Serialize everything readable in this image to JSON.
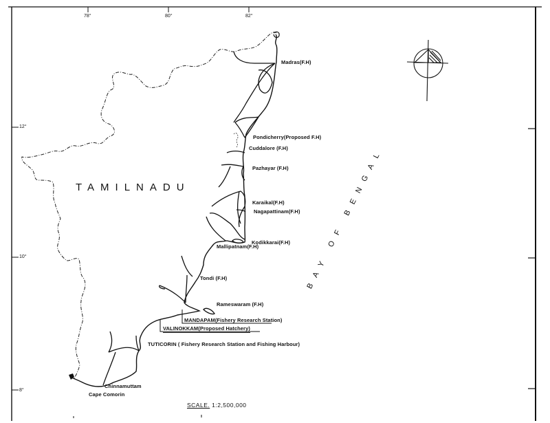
{
  "map": {
    "state_label": "TAMILNADU",
    "sea_label": "BAY OF BENGAL",
    "scale": {
      "prefix": "SCALE.",
      "value": "1:2,500,000"
    },
    "longitude_ticks": [
      "78°",
      "80°",
      "82°"
    ],
    "latitude_ticks": [
      "12°",
      "10°",
      "8°"
    ],
    "places": {
      "madras": "Madras(F.H)",
      "pondicherry": "Pondicherry(Proposed F.H)",
      "cuddalore": "Cuddalore (F.H)",
      "pazhayar": "Pazhayar (F.H)",
      "karaikal": "Karaikal(F.H)",
      "nagapattinam": "Nagapattinam(F.H)",
      "kodikkarai": "Kodikkarai(F.H)",
      "mallipatnam": "Mallipatnam(F.H)",
      "tondi": "Tondi (F.H)",
      "rameswaram": "Rameswaram (F.H)",
      "mandapam": "MANDAPAM(Fishery Research Station)",
      "valinokkam": "VALINOKKAM(Proposed Hatchery)",
      "tuticorin": "TUTICORIN ( Fishery Research Station and Fishing Harbour)",
      "chinnamuttam": "Chinnamuttam",
      "cape_comorin": "Cape Comorin"
    },
    "north_arrow": "north-arrow-compass"
  }
}
